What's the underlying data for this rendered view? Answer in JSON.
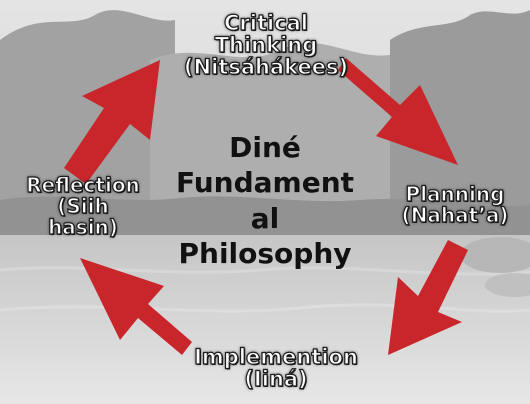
{
  "center": {
    "title_lines": [
      "Diné",
      "Fundament",
      "al",
      "Philosophy"
    ]
  },
  "stages": {
    "critical_thinking": {
      "lines": [
        "Critical",
        "Thinking",
        "(Nitsáhákees)"
      ]
    },
    "planning": {
      "lines": [
        "Planning",
        "(Nahat’a)"
      ]
    },
    "implementation": {
      "lines": [
        "Implemention",
        "(Iiná)"
      ]
    },
    "reflection": {
      "lines": [
        "Reflection",
        "(Siih",
        "hasin)"
      ]
    }
  },
  "colors": {
    "arrow": "#c8262b",
    "label_fill": "#ffffff",
    "label_outline": "#1d1d1d",
    "title": "#111111"
  }
}
